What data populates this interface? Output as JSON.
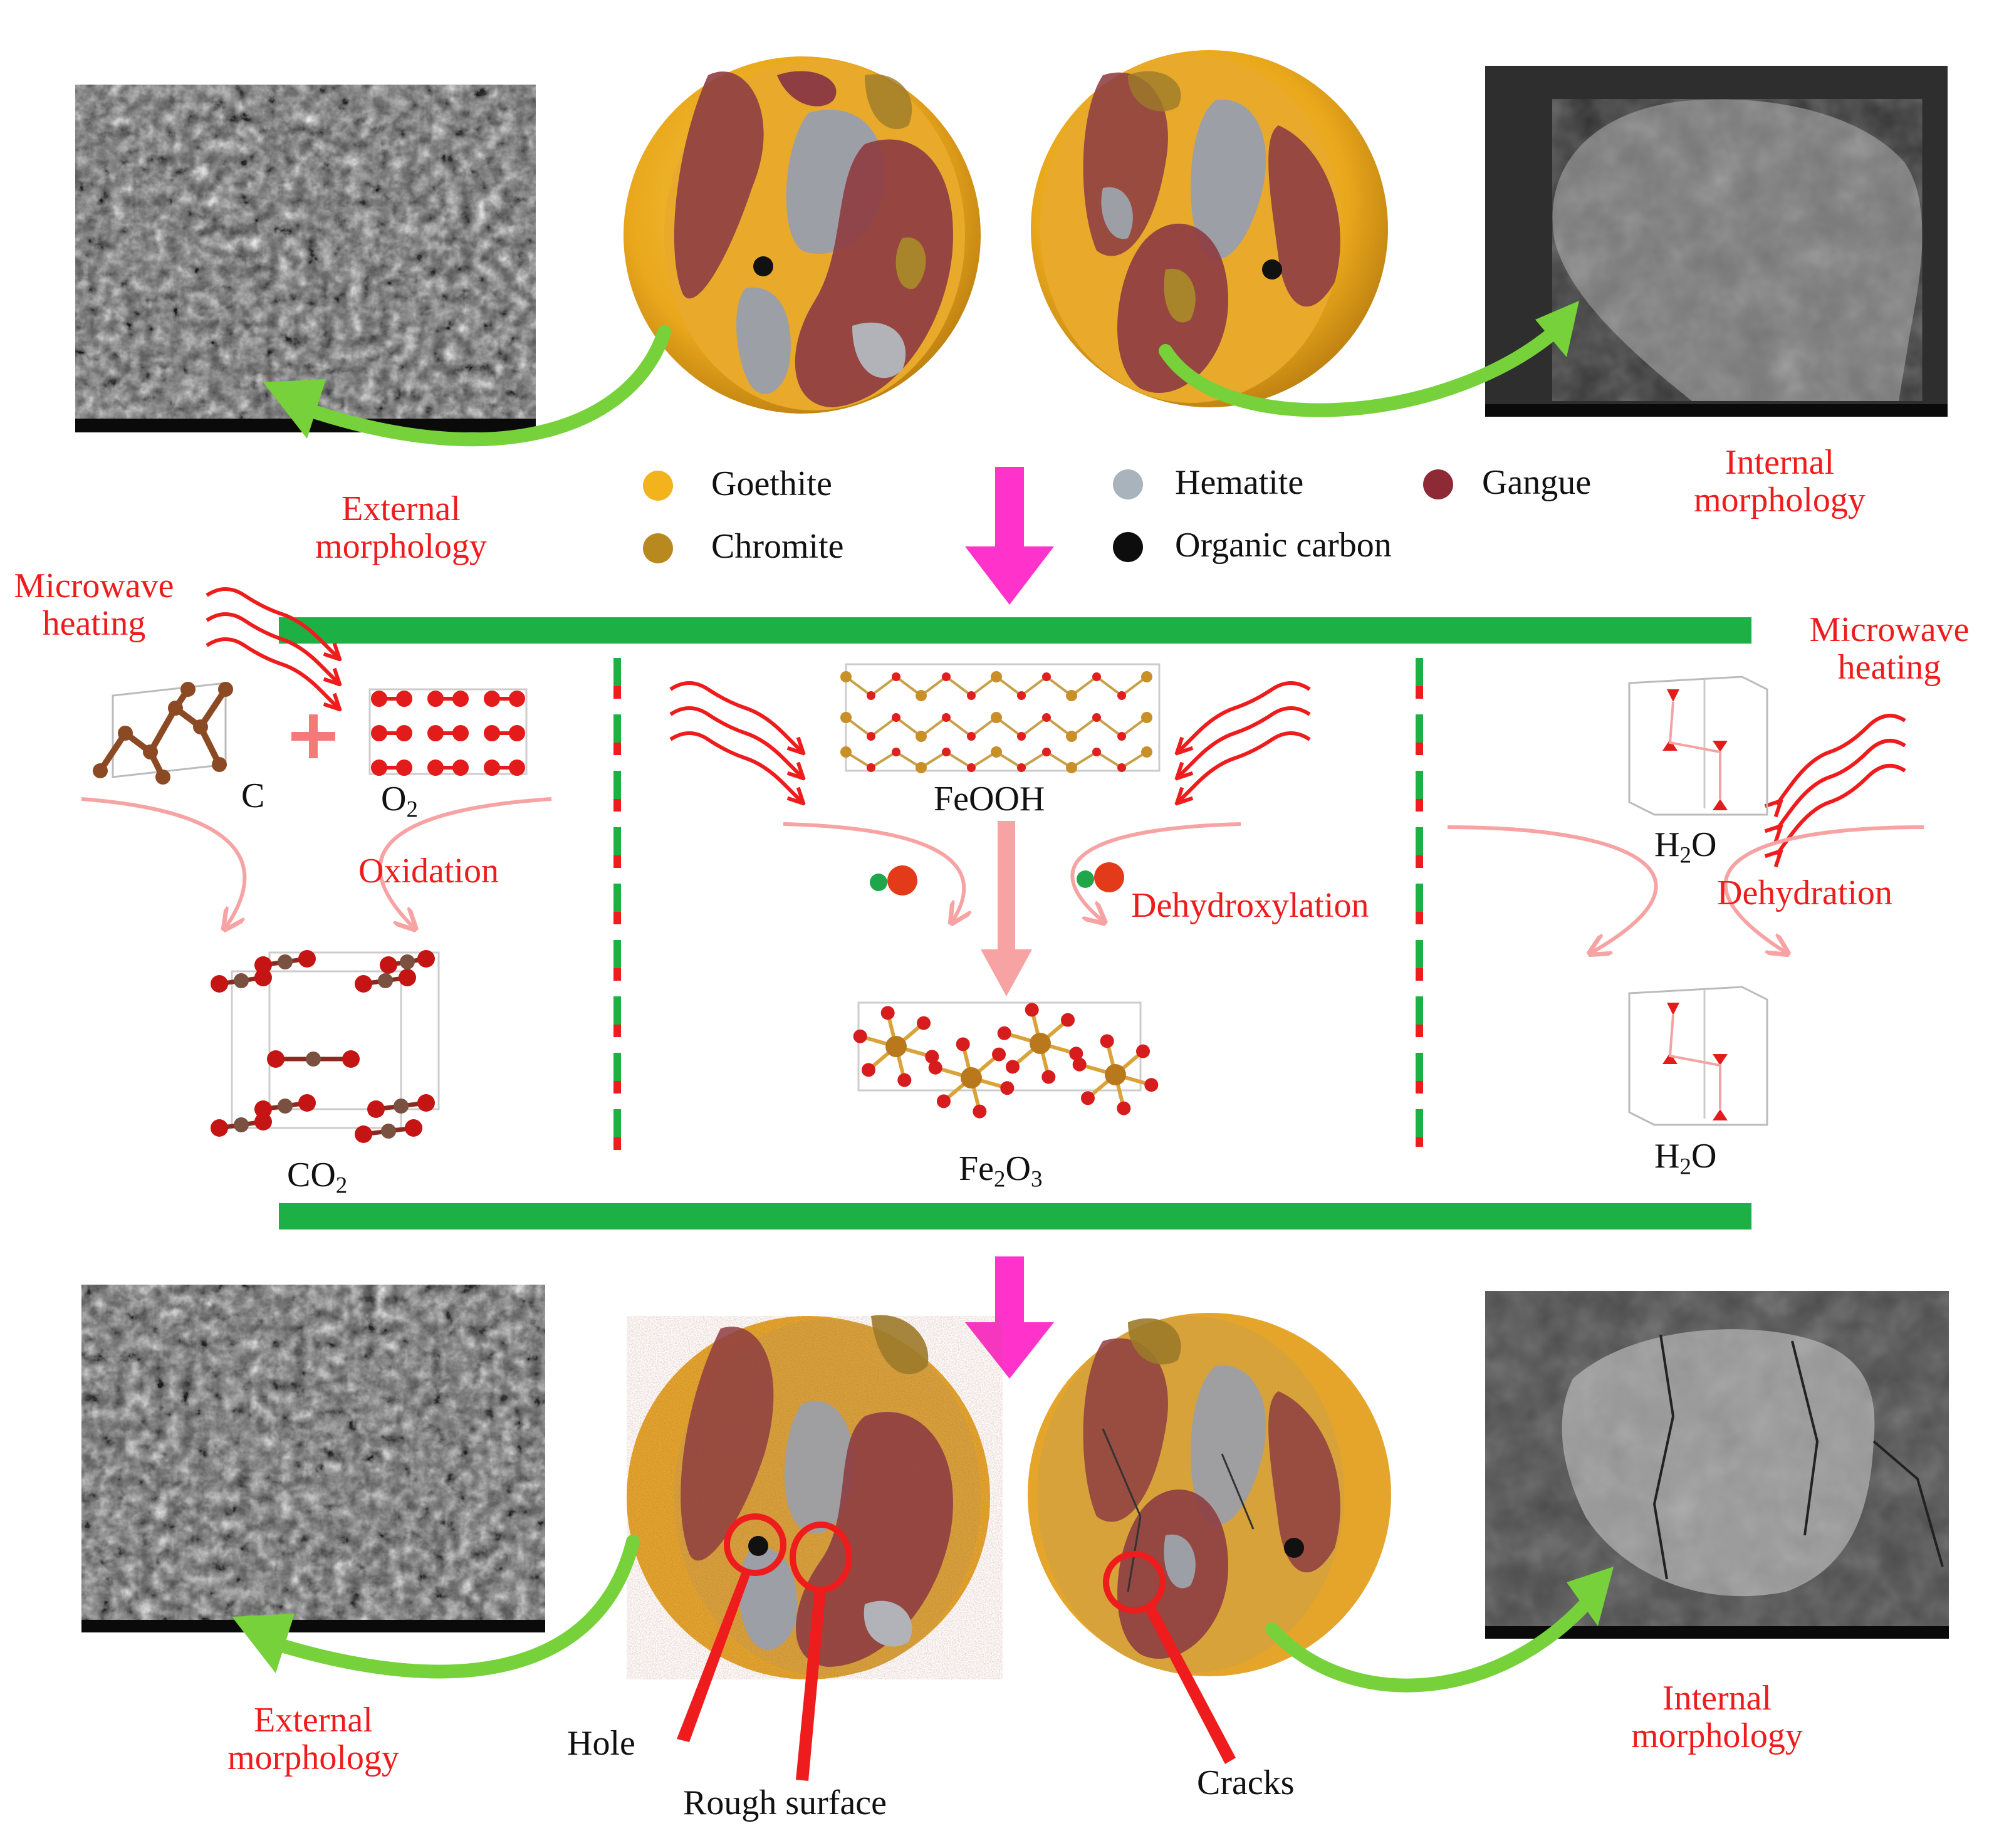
{
  "legend": {
    "items": [
      {
        "label": "Goethite",
        "color": "#f2b31c"
      },
      {
        "label": "Chromite",
        "color": "#b8891e"
      },
      {
        "label": "Hematite",
        "color": "#a9b3bc"
      },
      {
        "label": "Organic carbon",
        "color": "#0d0d0d"
      },
      {
        "label": "Gangue",
        "color": "#8e2a35"
      }
    ]
  },
  "top": {
    "external_label": [
      "External",
      "morphology"
    ],
    "internal_label": [
      "Internal",
      "morphology"
    ]
  },
  "reaction": {
    "left_heating": [
      "Microwave",
      "heating"
    ],
    "right_heating": [
      "Microwave",
      "heating"
    ],
    "left": {
      "reactant1": "C",
      "reactant2": {
        "base": "O",
        "sub": "2"
      },
      "process": "Oxidation",
      "product": {
        "p1": "CO",
        "s1": "2"
      }
    },
    "middle": {
      "reactant": "FeOOH",
      "process": "Dehydroxylation",
      "product": {
        "p1": "Fe",
        "s1": "2",
        "p2": "O",
        "s2": "3"
      }
    },
    "right": {
      "reactant": {
        "p1": "H",
        "s1": "2",
        "p2": "O"
      },
      "process": "Dehydration",
      "product": {
        "p1": "H",
        "s1": "2",
        "p2": "O"
      }
    }
  },
  "bottom": {
    "external_label": [
      "External",
      "morphology"
    ],
    "internal_label": [
      "Internal",
      "morphology"
    ],
    "hole": "Hole",
    "rough": "Rough surface",
    "cracks": "Cracks"
  },
  "colors": {
    "arrow_magenta": "#ff33cc",
    "bar_green": "#1db045",
    "curve_green": "#77d13a",
    "text_red": "#ee1c1c"
  }
}
